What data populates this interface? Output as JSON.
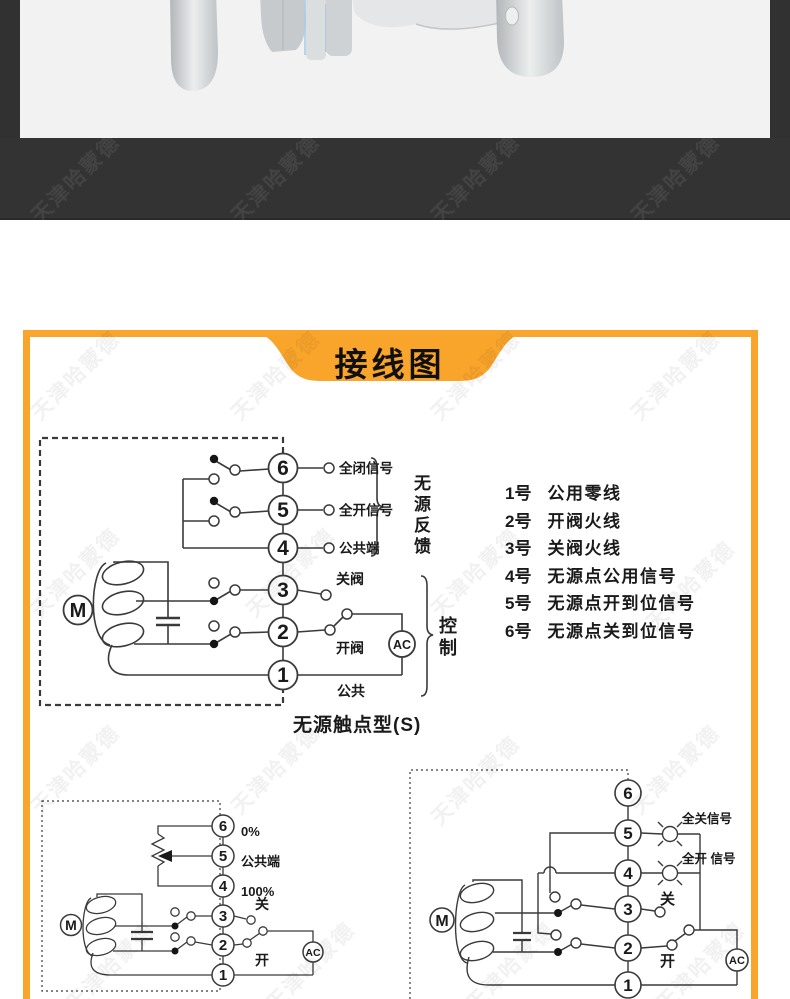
{
  "watermark": {
    "text": "天津哈蒙德"
  },
  "colors": {
    "accent": "#F9A42B",
    "band": "#333333",
    "photo_bg": "#F2F2F2"
  },
  "banner": {
    "title": "接线图"
  },
  "diagram_main": {
    "caption": "无源触点型(S)",
    "motor_label": "M",
    "ac_label": "AC",
    "terminals": {
      "t1": "1",
      "t2": "2",
      "t3": "3",
      "t4": "4",
      "t5": "5",
      "t6": "6"
    },
    "labels": {
      "full_close_signal": "全闭信号",
      "full_open_signal": "全开信号",
      "common_terminal": "公共端",
      "passive_feedback": "无源反馈",
      "close_valve": "关阀",
      "open_valve": "开阀",
      "common": "公共",
      "control": "控制"
    }
  },
  "terminal_list": {
    "items": [
      {
        "no": "1号",
        "desc": "公用零线"
      },
      {
        "no": "2号",
        "desc": "开阀火线"
      },
      {
        "no": "3号",
        "desc": "关阀火线"
      },
      {
        "no": "4号",
        "desc": "无源点公用信号"
      },
      {
        "no": "5号",
        "desc": "无源点开到位信号"
      },
      {
        "no": "6号",
        "desc": "无源点关到位信号"
      }
    ]
  },
  "diagram_modulating": {
    "motor_label": "M",
    "ac_label": "AC",
    "terminals": {
      "t1": "1",
      "t2": "2",
      "t3": "3",
      "t4": "4",
      "t5": "5",
      "t6": "6"
    },
    "labels": {
      "zero": "0%",
      "common_terminal": "公共端",
      "hundred": "100%",
      "close": "关",
      "open": "开"
    }
  },
  "diagram_lamp": {
    "motor_label": "M",
    "ac_label": "AC",
    "terminals": {
      "t1": "1",
      "t2": "2",
      "t3": "3",
      "t4": "4",
      "t5": "5",
      "t6": "6"
    },
    "labels": {
      "full_close_signal": "全关信号",
      "full_open_signal": "全开 信号",
      "close": "关",
      "open": "开"
    }
  }
}
